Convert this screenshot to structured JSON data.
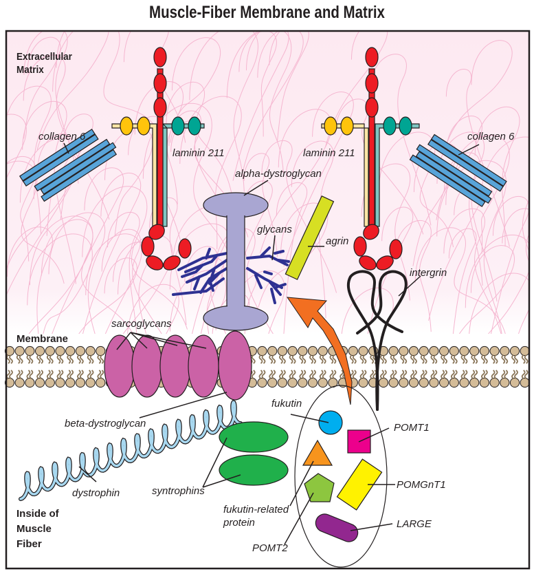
{
  "title": "Muscle-Fiber Membrane and Matrix",
  "regions": {
    "extracellular": [
      "Extracellular",
      "Matrix"
    ],
    "membrane": "Membrane",
    "inside": [
      "Inside of",
      "Muscle",
      "Fiber"
    ]
  },
  "labels": {
    "collagen_left": "collagen 6",
    "collagen_right": "collagen 6",
    "laminin_left": "laminin 211",
    "laminin_right": "laminin 211",
    "alpha_dystroglycan": "alpha-dystroglycan",
    "glycans": "glycans",
    "agrin": "agrin",
    "intergrin": "intergrin",
    "sarcoglycans": "sarcoglycans",
    "beta_dystroglycan": "beta-dystroglycan",
    "dystrophin": "dystrophin",
    "syntrophins": "syntrophins",
    "fukutin": "fukutin",
    "pomt1": "POMT1",
    "fukutin_related": [
      "fukutin-related",
      "protein"
    ],
    "pomgnt1": "POMGnT1",
    "large": "LARGE",
    "pomt2": "POMT2"
  },
  "colors": {
    "matrix_bg": "#fde9f1",
    "matrix_fibers": "#f5b6d0",
    "laminin_red": "#ed1c24",
    "laminin_yellow_bead": "#ffc40c",
    "laminin_teal_bead": "#00a593",
    "laminin_cream": "#fde6a6",
    "laminin_teal_strand": "#7fc6c2",
    "collagen": "#58a4d9",
    "dystroglycan": "#a9a6d2",
    "glycan": "#2e3192",
    "agrin": "#d7df23",
    "arrow": "#f26f21",
    "lipid": "#d4bc98",
    "sarcoglycan": "#cb62a6",
    "dystrophin": "#a8d8f0",
    "syntrophin": "#20b04b",
    "fukutin": "#00aeef",
    "pomt1": "#ec008c",
    "frp": "#f7941d",
    "pomt2": "#8dc63f",
    "pomgnt1": "#fff200",
    "large": "#92278f"
  }
}
